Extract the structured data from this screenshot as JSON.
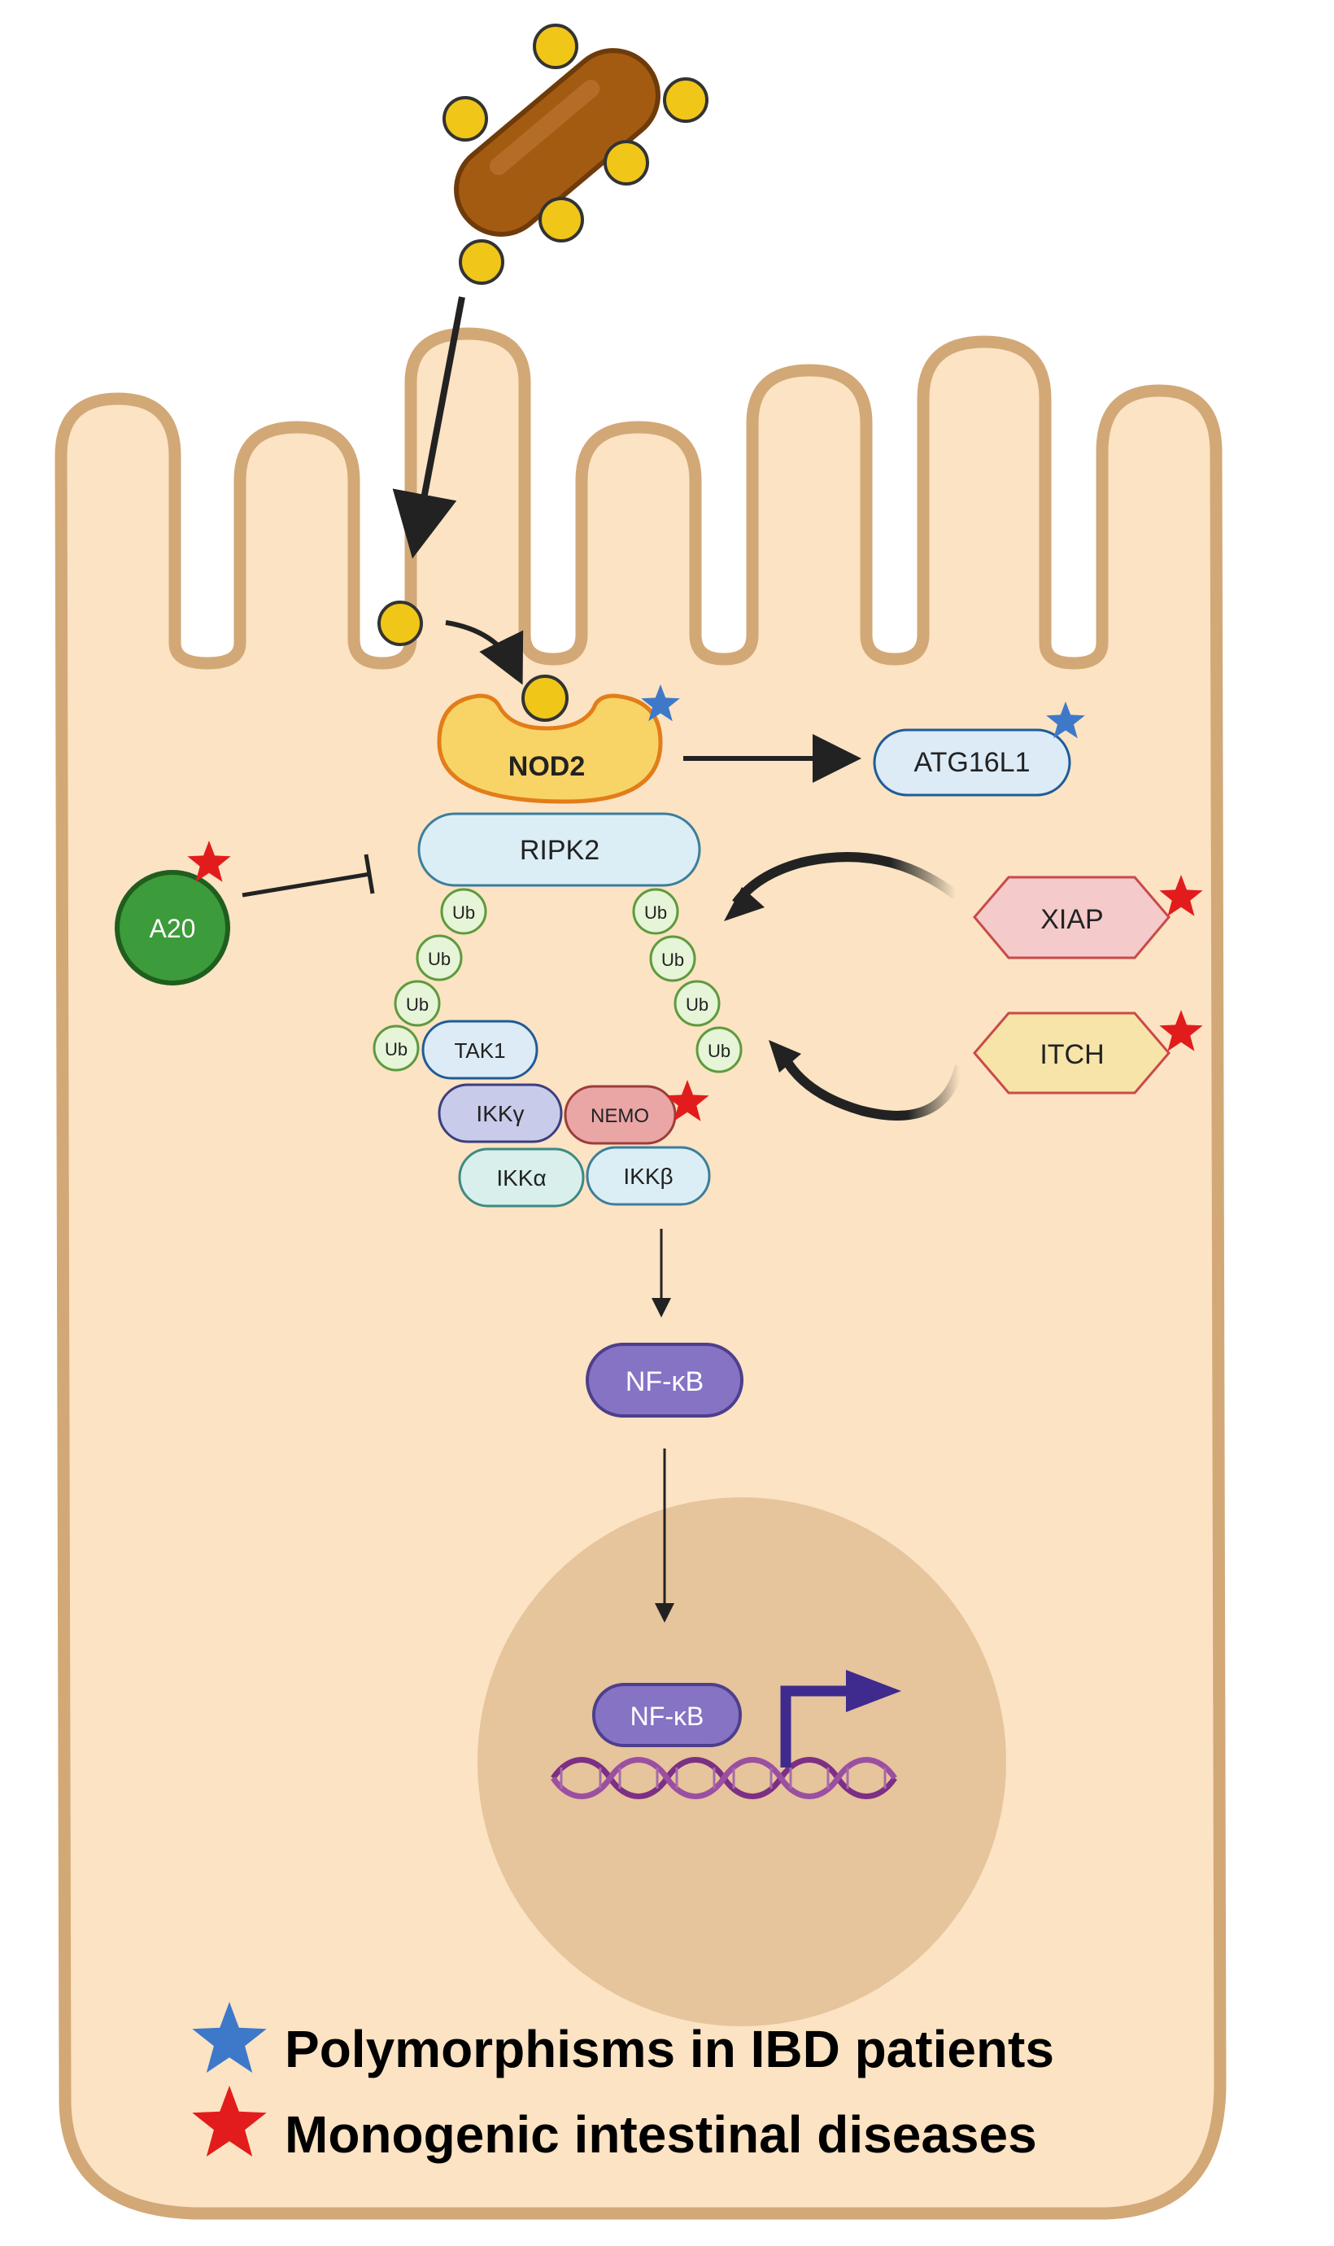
{
  "colors": {
    "cell_fill": "#FBE3C3",
    "cell_stroke": "#D2A877",
    "nucleus": "#E6C49C",
    "bacterium": "#A35B12",
    "ligand": "#F0C619",
    "blue_star": "#3E78C9",
    "red_star": "#E21C1C",
    "nfkb": "#8673C4",
    "dna": "#7D2F84",
    "arrow_gene": "#3F2A8E"
  },
  "nodes": {
    "nod2": "NOD2",
    "ripk2": "RIPK2",
    "atg16l1": "ATG16L1",
    "a20": "A20",
    "xiap": "XIAP",
    "itch": "ITCH",
    "tak1": "TAK1",
    "ikk_gamma": "IKKγ",
    "nemo": "NEMO",
    "ikk_alpha": "IKKα",
    "ikk_beta": "IKKβ",
    "nfkb_cytoplasm": "NF-κB",
    "nfkb_nucleus": "NF-κB",
    "ub": "Ub"
  },
  "legend": {
    "blue_label": "Polymorphisms in IBD patients",
    "red_label": "Monogenic intestinal diseases"
  }
}
